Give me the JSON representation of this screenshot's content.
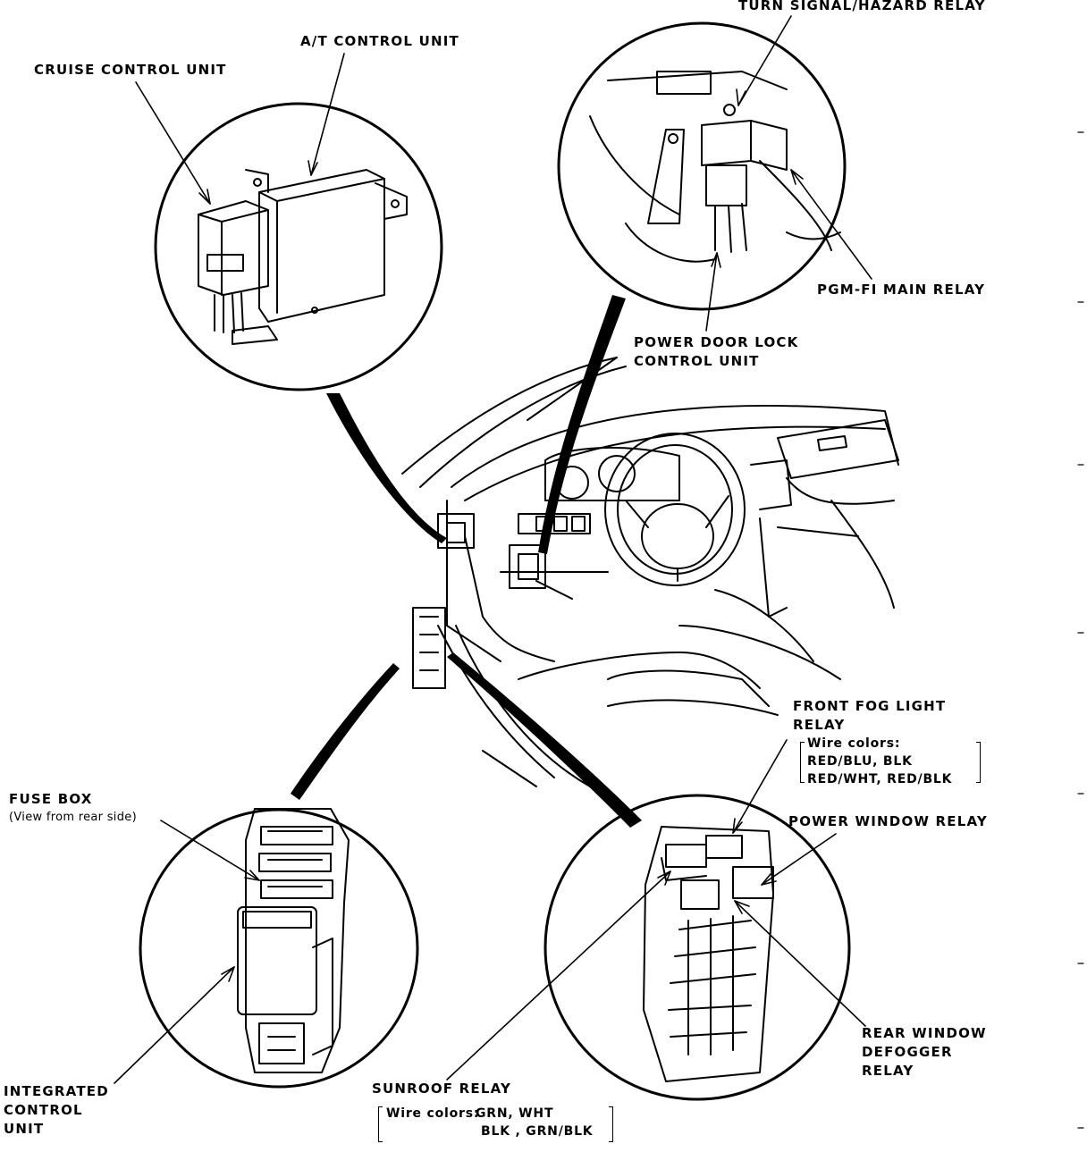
{
  "labels": {
    "turn_signal": "TURN SIGNAL/HAZARD RELAY",
    "at_control": "A/T CONTROL UNIT",
    "cruise_control": "CRUISE CONTROL UNIT",
    "pgm_fi": "PGM-FI MAIN RELAY",
    "power_door_lock": [
      "POWER DOOR LOCK",
      "CONTROL UNIT"
    ],
    "front_fog": [
      "FRONT FOG LIGHT",
      "RELAY"
    ],
    "power_window": "POWER WINDOW RELAY",
    "fuse_box": "FUSE BOX",
    "fuse_box_note": "(View from rear side)",
    "rear_window": [
      "REAR WINDOW",
      "DEFOGGER",
      "RELAY"
    ],
    "integrated_control": [
      "INTEGRATED",
      "CONTROL",
      "UNIT"
    ],
    "sunroof": "SUNROOF RELAY"
  },
  "fog_wires": {
    "heading": "Wire colors:",
    "line1": "RED/BLU, BLK",
    "line2": "RED/WHT, RED/BLK"
  },
  "sunroof_wires": {
    "heading": "Wire colors:",
    "line1": "GRN, WHT",
    "line2": "BLK , GRN/BLK"
  }
}
